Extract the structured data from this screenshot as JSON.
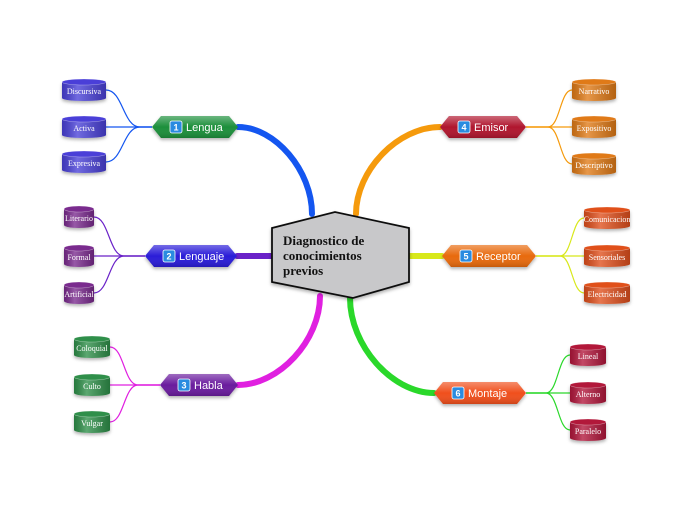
{
  "center": {
    "title": [
      "Diagnostico de",
      "conocimientos",
      "previos"
    ]
  },
  "branches": [
    {
      "num": "1",
      "label": "Lengua",
      "color": "#1f8f3a",
      "line": "#1456f0",
      "leafColor": "#4a3fd8",
      "leaves": [
        "Discursiva",
        "Activa",
        "Expresiva"
      ]
    },
    {
      "num": "2",
      "label": "Lenguaje",
      "color": "#2c1fd8",
      "line": "#6a22c8",
      "leafColor": "#7a2b8e",
      "leaves": [
        "Literario",
        "Formal",
        "Artificial"
      ]
    },
    {
      "num": "3",
      "label": "Habla",
      "color": "#6a1f9e",
      "line": "#e020e0",
      "leafColor": "#2f8f4a",
      "leaves": [
        "Coloquial",
        "Culto",
        "Vulgar"
      ]
    },
    {
      "num": "4",
      "label": "Emisor",
      "color": "#b0122e",
      "line": "#f59a0c",
      "leafColor": "#e07a18",
      "leaves": [
        "Narrativo",
        "Expositivo",
        "Descriptivo"
      ]
    },
    {
      "num": "5",
      "label": "Receptor",
      "color": "#e86a10",
      "line": "#d8e81a",
      "leafColor": "#e0501a",
      "leaves": [
        "Comunicacion",
        "Sensoriales",
        "Electricidad"
      ]
    },
    {
      "num": "6",
      "label": "Montaje",
      "color": "#f0501a",
      "line": "#2ad82a",
      "leafColor": "#b2183a",
      "leaves": [
        "Lineal",
        "Alterno",
        "Paralelo"
      ]
    }
  ]
}
